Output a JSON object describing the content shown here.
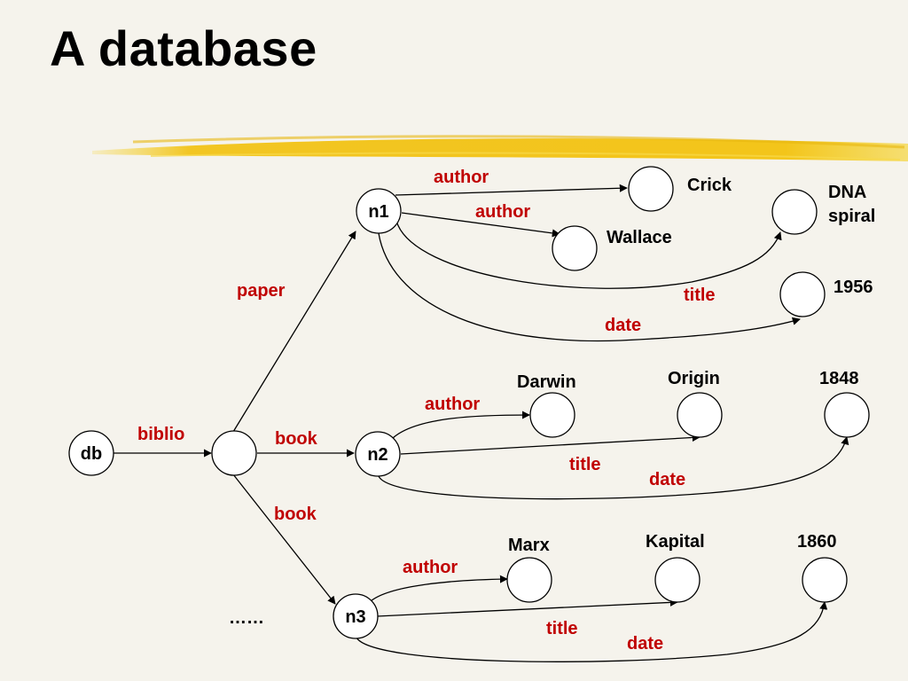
{
  "slide": {
    "title": "A database"
  },
  "graph": {
    "nodes": {
      "db": "db",
      "n1": "n1",
      "n2": "n2",
      "n3": "n3"
    },
    "edges": {
      "biblio": "biblio",
      "paper": "paper",
      "book_n2": "book",
      "book_n3": "book",
      "n1_author_1": "author",
      "n1_author_2": "author",
      "n1_title": "title",
      "n1_date": "date",
      "n2_author": "author",
      "n2_title": "title",
      "n2_date": "date",
      "n3_author": "author",
      "n3_title": "title",
      "n3_date": "date"
    },
    "values": {
      "n1_author_1": "Crick",
      "n1_author_2": "Wallace",
      "n1_title_line1": "DNA",
      "n1_title_line2": "spiral",
      "n1_date": "1956",
      "n2_author": "Darwin",
      "n2_title": "Origin",
      "n2_date": "1848",
      "n3_author": "Marx",
      "n3_title": "Kapital",
      "n3_date": "1860"
    },
    "ellipsis": "……"
  }
}
